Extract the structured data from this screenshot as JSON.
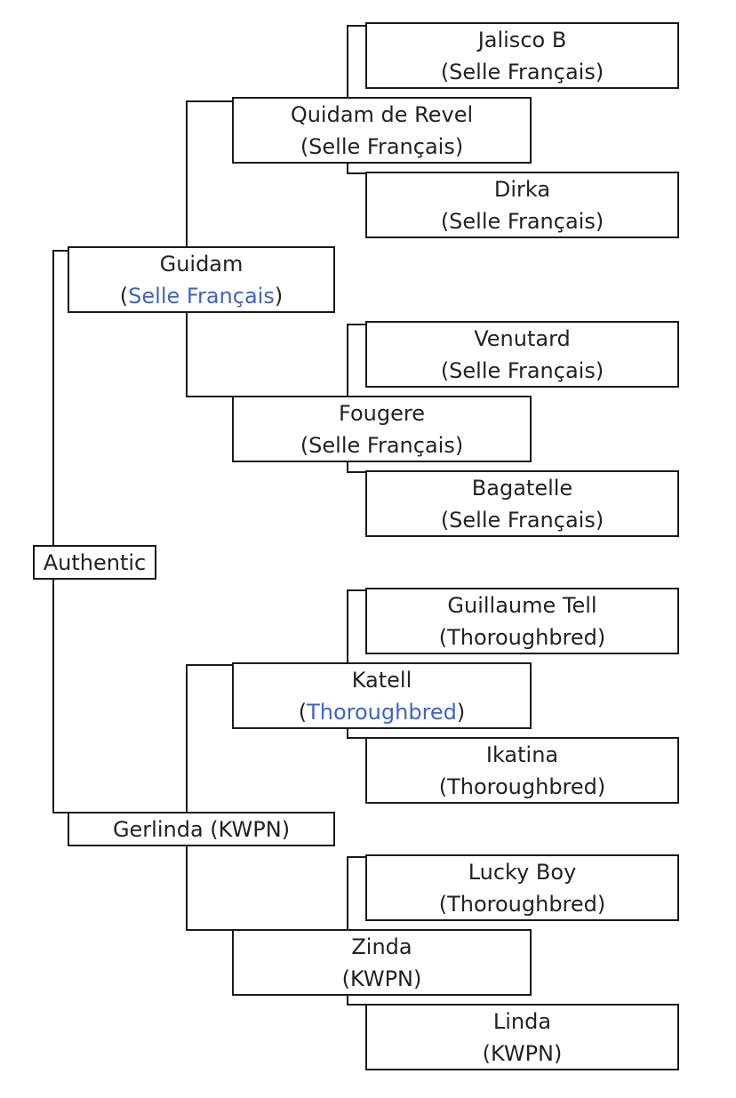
{
  "root": {
    "name": "Authentic"
  },
  "sire": {
    "name": "Guidam",
    "breed_open": "(",
    "breed": "Selle Français",
    "breed_close": ")"
  },
  "dam": {
    "name": "Gerlinda (KWPN)"
  },
  "sire_sire": {
    "name": "Quidam de Revel",
    "breed": "(Selle Français)"
  },
  "sire_dam": {
    "name": "Fougere",
    "breed": "(Selle Français)"
  },
  "dam_sire": {
    "name": "Katell",
    "breed_open": "(",
    "breed": "Thoroughbred",
    "breed_close": ")"
  },
  "dam_dam": {
    "name": "Zinda",
    "breed": "(KWPN)"
  },
  "ggp": [
    {
      "name": "Jalisco B",
      "breed": "(Selle Français)"
    },
    {
      "name": "Dirka",
      "breed": "(Selle Français)"
    },
    {
      "name": "Venutard",
      "breed": "(Selle Français)"
    },
    {
      "name": "Bagatelle",
      "breed": "(Selle Français)"
    },
    {
      "name": "Guillaume Tell",
      "breed": "(Thoroughbred)"
    },
    {
      "name": "Ikatina",
      "breed": "(Thoroughbred)"
    },
    {
      "name": "Lucky Boy",
      "breed": "(Thoroughbred)"
    },
    {
      "name": "Linda",
      "breed": "(KWPN)"
    }
  ],
  "colors": {
    "link": "#3f63c9",
    "border": "#1a1a1a"
  }
}
